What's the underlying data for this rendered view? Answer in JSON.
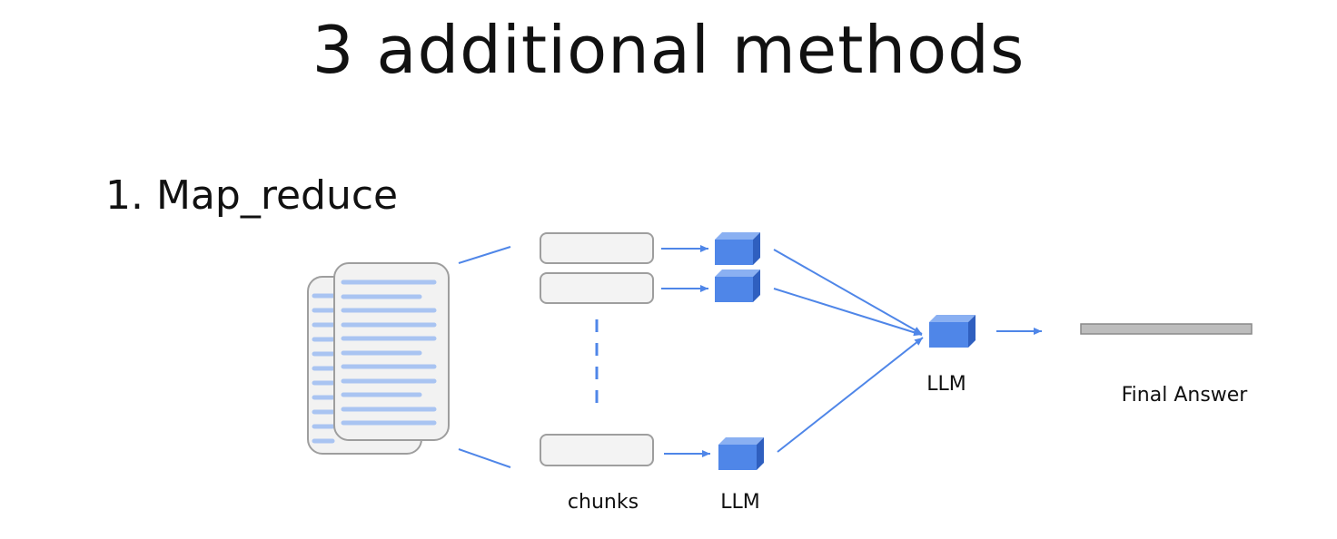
{
  "title": "3 additional methods",
  "section": {
    "heading": "1. Map_reduce"
  },
  "diagram": {
    "labels": {
      "chunks": "chunks",
      "llm_map": "LLM",
      "llm_reduce": "LLM",
      "final_answer": "Final Answer"
    },
    "colors": {
      "accent_blue": "#4f86e8",
      "doc_line": "#a9c4f2",
      "chunk_border": "#9e9e9e",
      "chunk_fill": "#f3f3f3",
      "answer_bar": "#bdbdbd"
    }
  }
}
